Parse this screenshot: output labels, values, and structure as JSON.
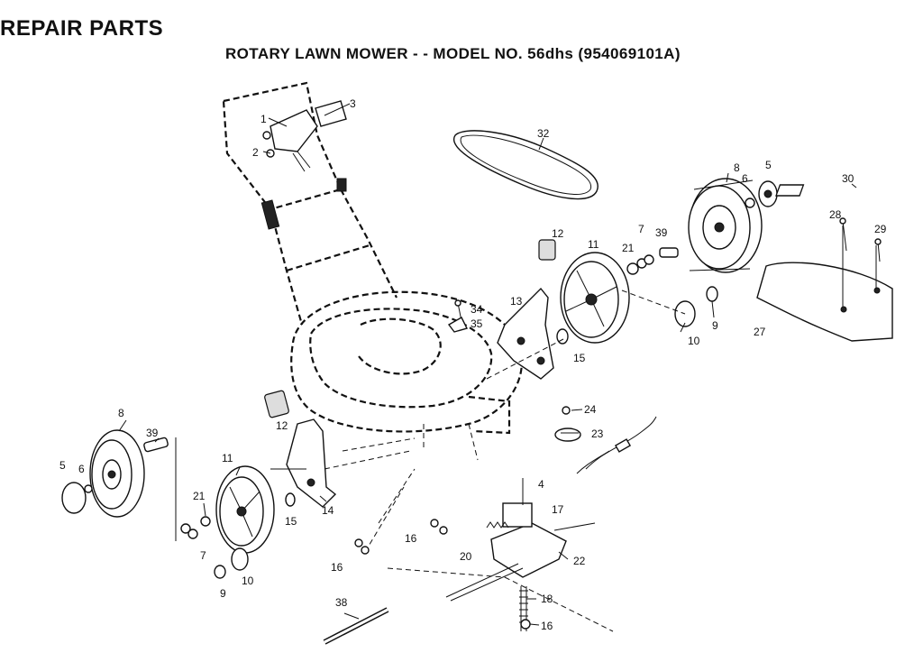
{
  "header": {
    "title": "REPAIR PARTS",
    "subtitle": "ROTARY LAWN MOWER - - MODEL NO. 56dhs   (954069101A)"
  },
  "callouts": [
    {
      "id": "c1",
      "label": "1"
    },
    {
      "id": "c2",
      "label": "2"
    },
    {
      "id": "c3",
      "label": "3"
    },
    {
      "id": "c32",
      "label": "32"
    },
    {
      "id": "c8r",
      "label": "8"
    },
    {
      "id": "c6r",
      "label": "6"
    },
    {
      "id": "c5r",
      "label": "5"
    },
    {
      "id": "c30",
      "label": "30"
    },
    {
      "id": "c28",
      "label": "28"
    },
    {
      "id": "c29",
      "label": "29"
    },
    {
      "id": "c12r",
      "label": "12"
    },
    {
      "id": "c11r",
      "label": "11"
    },
    {
      "id": "c21r",
      "label": "21"
    },
    {
      "id": "c7r",
      "label": "7"
    },
    {
      "id": "c39r",
      "label": "39"
    },
    {
      "id": "c34",
      "label": "34"
    },
    {
      "id": "c35",
      "label": "35"
    },
    {
      "id": "c13",
      "label": "13"
    },
    {
      "id": "c15r",
      "label": "15"
    },
    {
      "id": "c9r",
      "label": "9"
    },
    {
      "id": "c10r",
      "label": "10"
    },
    {
      "id": "c27",
      "label": "27"
    },
    {
      "id": "c24",
      "label": "24"
    },
    {
      "id": "c23",
      "label": "23"
    },
    {
      "id": "c12l",
      "label": "12"
    },
    {
      "id": "c8l",
      "label": "8"
    },
    {
      "id": "c39l",
      "label": "39"
    },
    {
      "id": "c5l",
      "label": "5"
    },
    {
      "id": "c6l",
      "label": "6"
    },
    {
      "id": "c11l",
      "label": "11"
    },
    {
      "id": "c21l",
      "label": "21"
    },
    {
      "id": "c15l",
      "label": "15"
    },
    {
      "id": "c14",
      "label": "14"
    },
    {
      "id": "c7l",
      "label": "7"
    },
    {
      "id": "c9l",
      "label": "9"
    },
    {
      "id": "c10l",
      "label": "10"
    },
    {
      "id": "c4",
      "label": "4"
    },
    {
      "id": "c17",
      "label": "17"
    },
    {
      "id": "c16a",
      "label": "16"
    },
    {
      "id": "c20",
      "label": "20"
    },
    {
      "id": "c22",
      "label": "22"
    },
    {
      "id": "c16b",
      "label": "16"
    },
    {
      "id": "c18",
      "label": "18"
    },
    {
      "id": "c16c",
      "label": "16"
    },
    {
      "id": "c38",
      "label": "38"
    }
  ]
}
